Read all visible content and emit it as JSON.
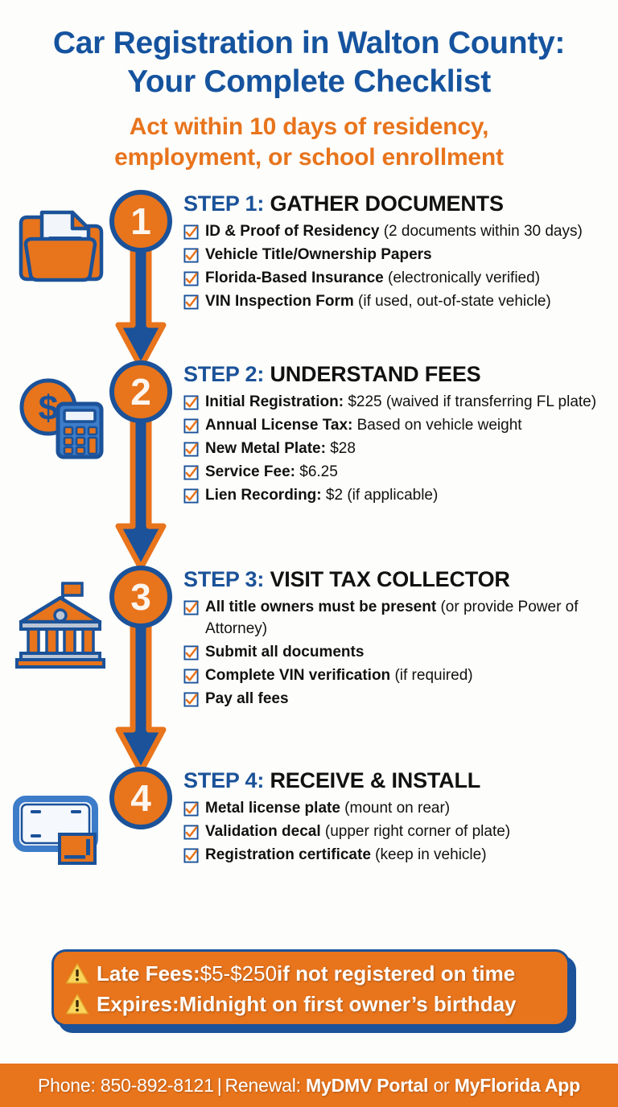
{
  "colors": {
    "blue": "#1b5299",
    "title_blue": "#15539e",
    "orange": "#e8741c",
    "background": "#fdfdfb",
    "black": "#111111",
    "white": "#ffffff"
  },
  "header": {
    "title_line1": "Car Registration in Walton County:",
    "title_line2": "Your Complete Checklist",
    "subtitle_line1": "Act within 10 days of residency,",
    "subtitle_line2": "employment, or school enrollment"
  },
  "steps": [
    {
      "number": "1",
      "icon": "documents-folder-icon",
      "label": "STEP 1:",
      "heading": "GATHER DOCUMENTS",
      "items": [
        {
          "bold": "ID & Proof of Residency",
          "normal": " (2 documents within 30 days)"
        },
        {
          "bold": "Vehicle Title/Ownership Papers",
          "normal": ""
        },
        {
          "bold": "Florida-Based Insurance",
          "normal": " (electronically verified)"
        },
        {
          "bold": "VIN Inspection Form",
          "normal": " (if used, out-of-state vehicle)"
        }
      ]
    },
    {
      "number": "2",
      "icon": "coin-calculator-icon",
      "label": "STEP 2:",
      "heading": "UNDERSTAND FEES",
      "items": [
        {
          "bold": "Initial Registration:",
          "normal": " $225 (waived if transferring FL plate)"
        },
        {
          "bold": "Annual License Tax:",
          "normal": " Based on vehicle weight"
        },
        {
          "bold": "New Metal Plate:",
          "normal": " $28"
        },
        {
          "bold": "Service Fee:",
          "normal": " $6.25"
        },
        {
          "bold": "Lien Recording:",
          "normal": " $2 (if applicable)"
        }
      ]
    },
    {
      "number": "3",
      "icon": "government-building-icon",
      "label": "STEP 3:",
      "heading": "VISIT TAX COLLECTOR",
      "items": [
        {
          "bold": "All title owners must be present",
          "normal": " (or provide Power of Attorney)"
        },
        {
          "bold": "Submit all documents",
          "normal": ""
        },
        {
          "bold": "Complete VIN verification",
          "normal": " (if required)"
        },
        {
          "bold": "Pay all fees",
          "normal": ""
        }
      ]
    },
    {
      "number": "4",
      "icon": "license-plate-icon",
      "label": "STEP 4:",
      "heading": "RECEIVE & INSTALL",
      "items": [
        {
          "bold": "Metal license plate",
          "normal": " (mount on rear)"
        },
        {
          "bold": "Validation decal",
          "normal": " (upper right corner of plate)"
        },
        {
          "bold": "Registration certificate",
          "normal": " (keep in vehicle)"
        }
      ]
    }
  ],
  "warning": {
    "line1_bold": "Late Fees:",
    "line1_mid": " $5-$250",
    "line1_rest": " if not registered on time",
    "line2_bold": "Expires:",
    "line2_rest": " Midnight on first owner’s birthday"
  },
  "footer": {
    "phone_label": "Phone:",
    "phone_number": "850-892-8121",
    "separator": "|",
    "renewal_label": "Renewal:",
    "portal": "MyDMV Portal",
    "or": "or",
    "app": "MyFlorida App"
  }
}
